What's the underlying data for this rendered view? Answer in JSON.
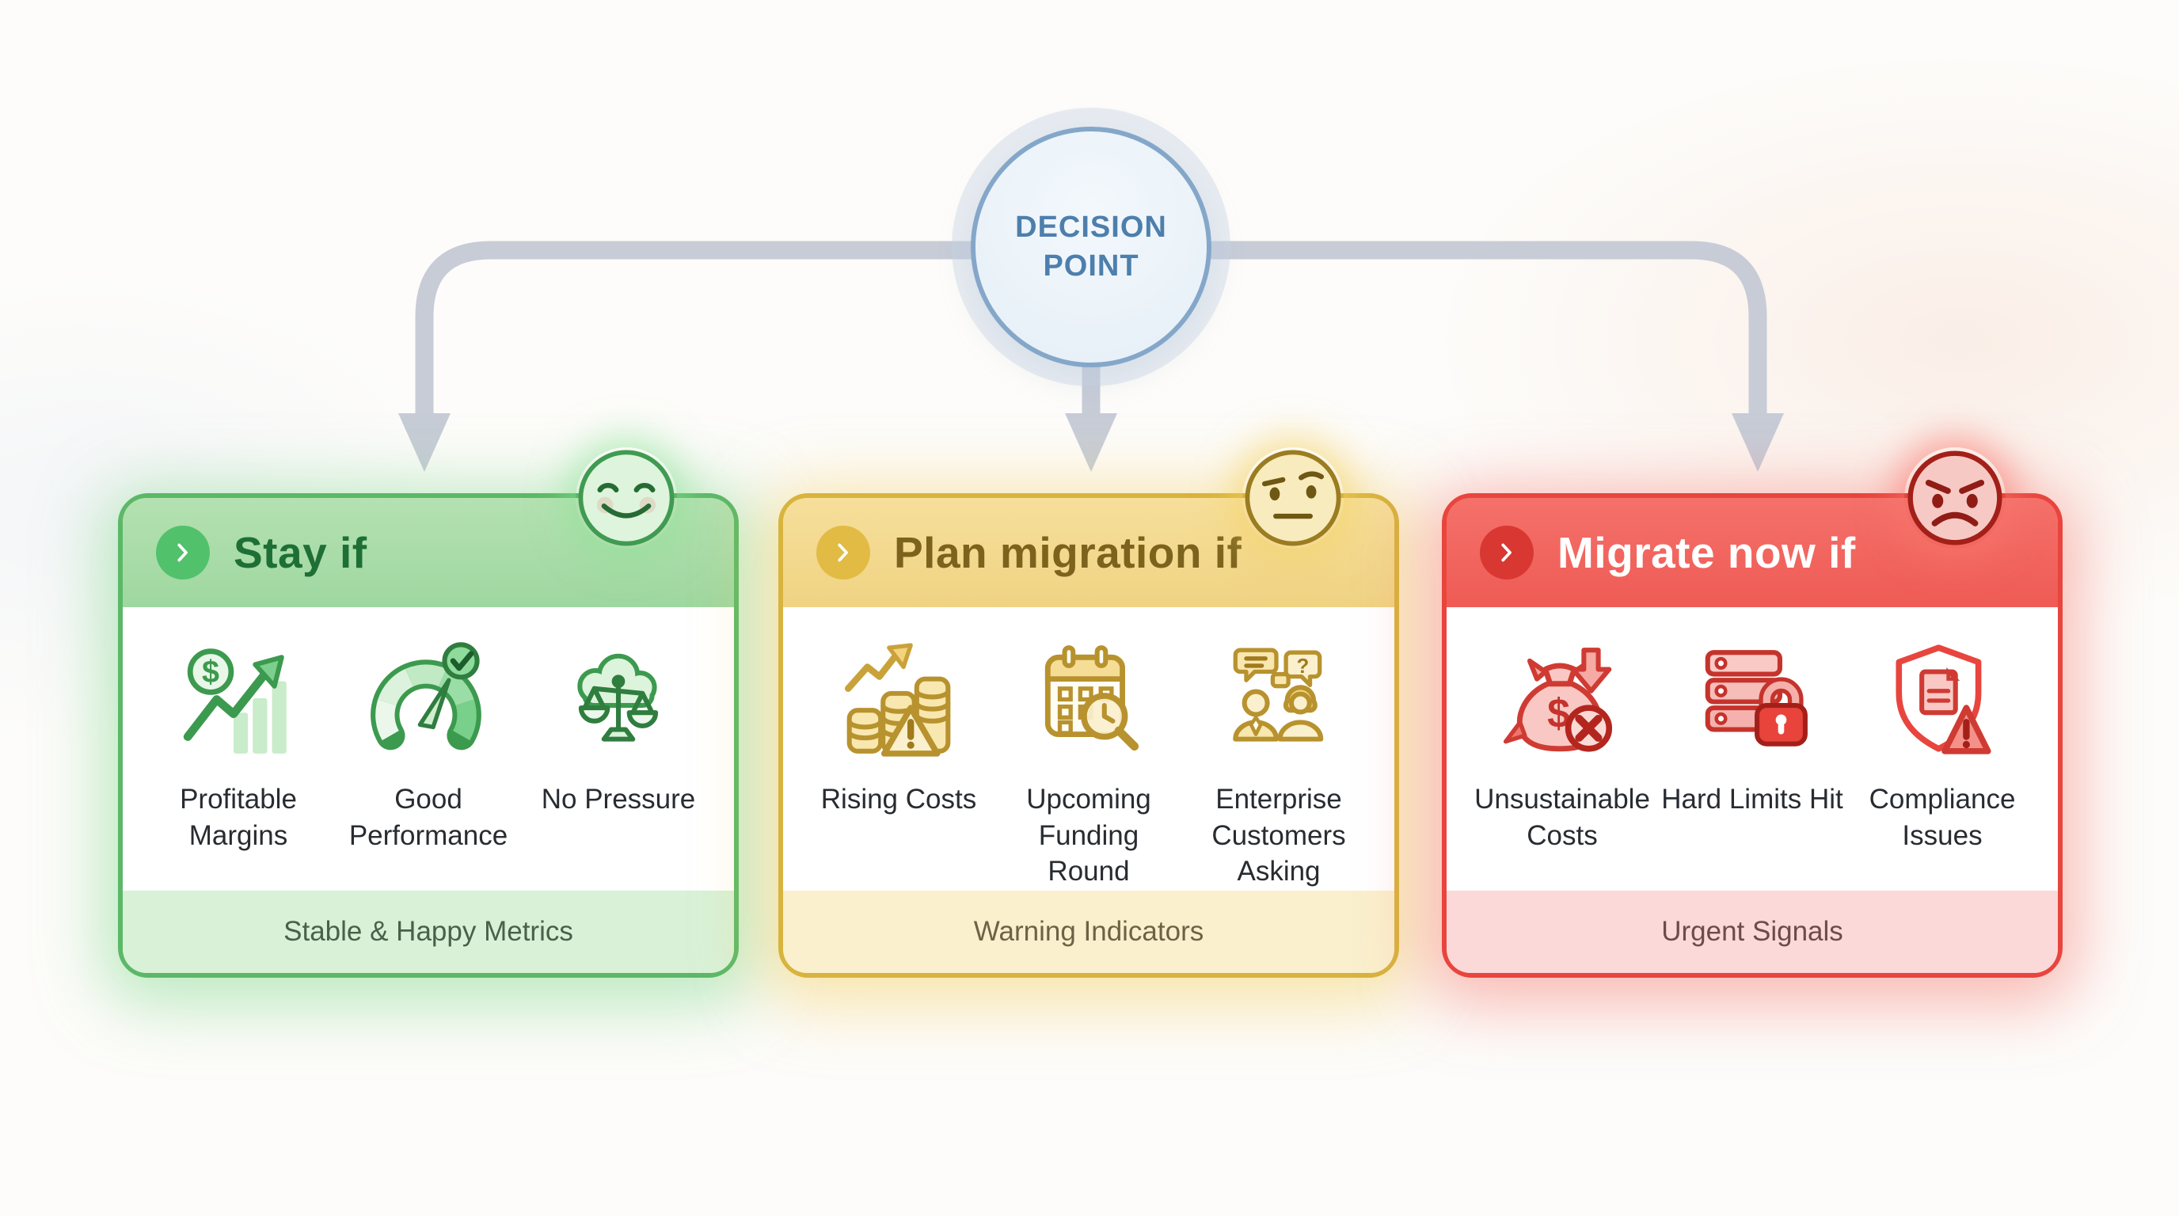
{
  "diagram": {
    "decision_label": "DECISION POINT"
  },
  "branches": [
    {
      "id": "stay",
      "title": "Stay if",
      "mood_icon": "happy-face-icon",
      "footer": "Stable & Happy Metrics",
      "accent": "#5bb867",
      "items": [
        {
          "label": "Profitable Margins",
          "icon": "growth-dollar-icon"
        },
        {
          "label": "Good Performance",
          "icon": "gauge-check-icon"
        },
        {
          "label": "No Pressure",
          "icon": "cloud-scales-icon"
        }
      ]
    },
    {
      "id": "plan-migration",
      "title": "Plan migration if",
      "mood_icon": "neutral-face-icon",
      "footer": "Warning Indicators",
      "accent": "#d8b33e",
      "items": [
        {
          "label": "Rising Costs",
          "icon": "coins-rising-warning-icon"
        },
        {
          "label": "Upcoming Funding Round",
          "icon": "calendar-magnifier-icon"
        },
        {
          "label": "Enterprise Customers Asking",
          "icon": "customers-chat-icon"
        }
      ]
    },
    {
      "id": "migrate-now",
      "title": "Migrate now if",
      "mood_icon": "angry-face-icon",
      "footer": "Urgent Signals",
      "accent": "#e8453e",
      "items": [
        {
          "label": "Unsustainable Costs",
          "icon": "money-bag-decline-icon"
        },
        {
          "label": "Hard Limits Hit",
          "icon": "server-lock-icon"
        },
        {
          "label": "Compliance Issues",
          "icon": "shield-warning-icon"
        }
      ]
    }
  ],
  "colors": {
    "connector": "#c7ccd7",
    "decision_fill": "#e8f1f8",
    "decision_border": "#84a7c9",
    "decision_text": "#4d7fad",
    "stay_header": "#a6dba6",
    "plan_header": "#f3d88b",
    "migrate_header": "#f2645e"
  }
}
